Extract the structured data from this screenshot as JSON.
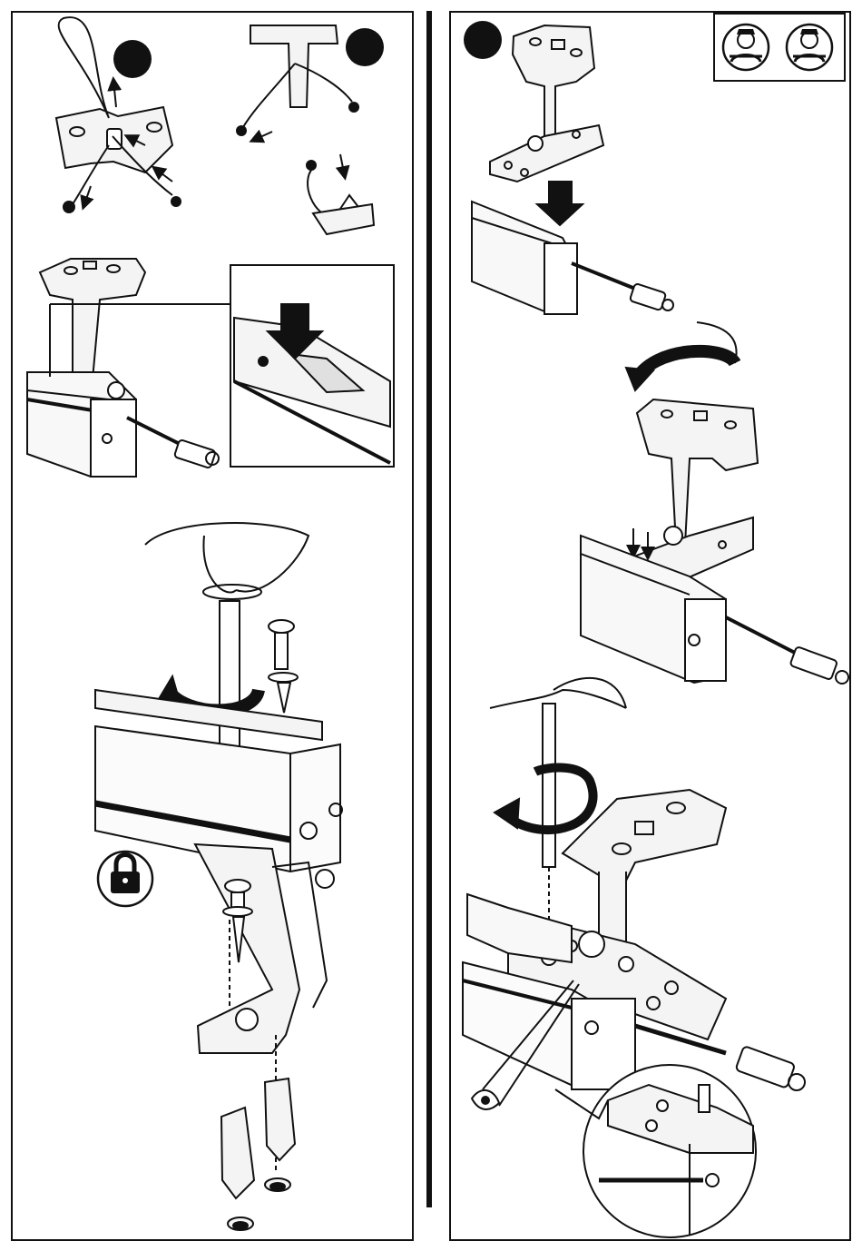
{
  "document": {
    "type": "assembly-instructions",
    "left_panel": {
      "steps": [
        {
          "name": "step-cable-through-bracket"
        },
        {
          "name": "step-cable-through-hook"
        },
        {
          "name": "step-insert-bracket-clip"
        },
        {
          "name": "step-screw-to-surface"
        }
      ],
      "lock_symbol": "padlock-icon"
    },
    "right_panel": {
      "tools_required": [
        "technician-wrench-icon",
        "technician-wrench-icon"
      ],
      "steps": [
        {
          "name": "step-attach-plate"
        },
        {
          "name": "step-rotate-bracket"
        },
        {
          "name": "step-tighten-hex-key"
        }
      ],
      "detail_symbol": "eye-inspect-icon"
    },
    "colors": {
      "line": "#111111",
      "background": "#ffffff",
      "fill": "#e8e8e8"
    }
  }
}
